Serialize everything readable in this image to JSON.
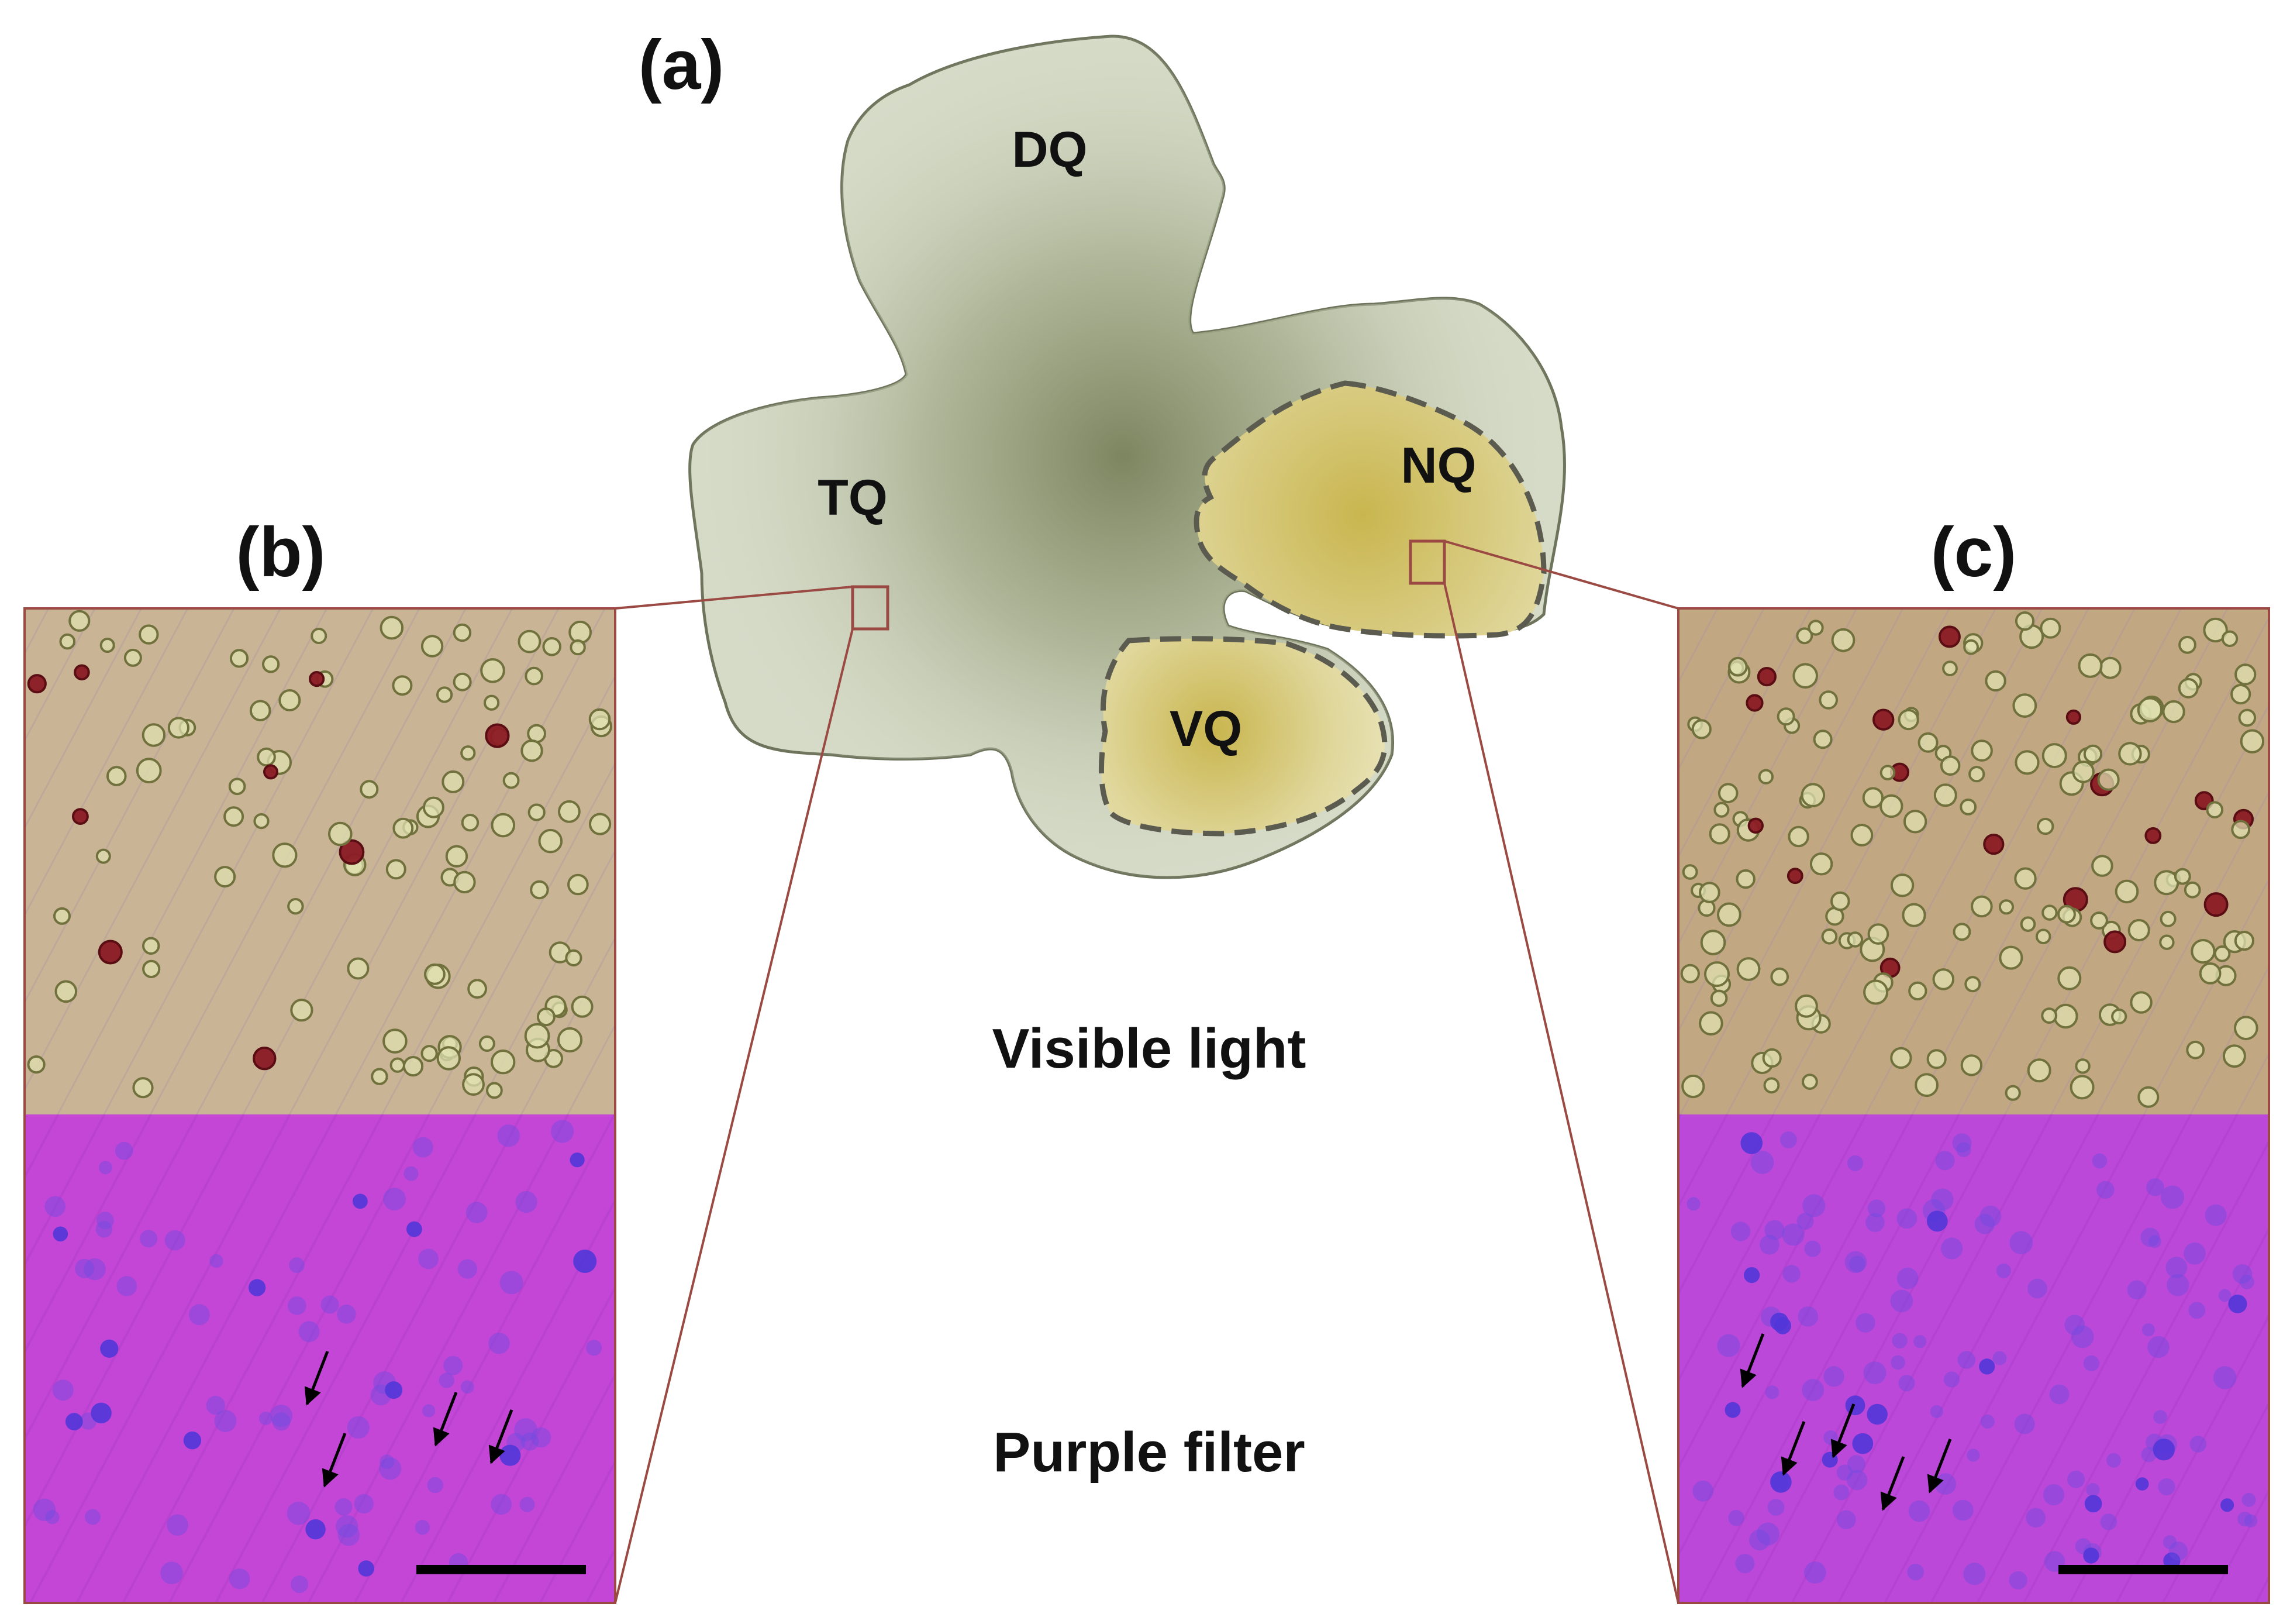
{
  "panels": {
    "a": "(a)",
    "b": "(b)",
    "c": "(c)"
  },
  "regions": {
    "dq": "DQ",
    "tq": "TQ",
    "nq": "NQ",
    "vq": "VQ"
  },
  "modes": {
    "visible": "Visible light",
    "purple": "Purple filter"
  },
  "colors": {
    "leaf_fill": "#d6dbc8",
    "leaf_center": "#7d8560",
    "leaf_stroke": "#6e745c",
    "highlight_center": "#c9b64f",
    "highlight_edge": "#ece6bf",
    "dashed_stroke": "#5b5b50",
    "connector": "#9a4a42",
    "visible_bg": "#c9b595",
    "purple_bg": "#c346d6",
    "cell_outline": "#70713c",
    "cell_red": "#8b1a24",
    "cell_blue": "#6e4be0",
    "scale_bar": "#000000"
  }
}
